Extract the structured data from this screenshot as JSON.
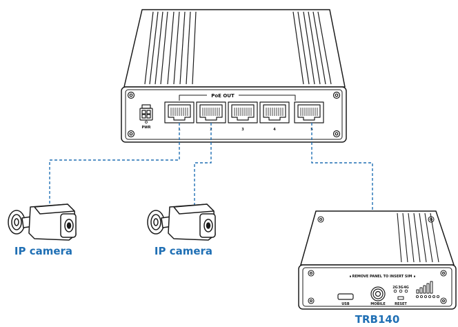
{
  "colors": {
    "accent": "#1f6fb4",
    "stroke": "#1a1a1a"
  },
  "switch": {
    "poe_out_label": "PoE OUT",
    "pwr_label": "PWR",
    "port_numbers": [
      "1",
      "2",
      "3",
      "4",
      "5"
    ]
  },
  "cameras": [
    {
      "label": "IP camera"
    },
    {
      "label": "IP camera"
    }
  ],
  "router": {
    "name": "TRB140",
    "panel_text": "REMOVE PANEL TO INSERT SIM",
    "usb_label": "USB",
    "mobile_label": "MOBILE",
    "reset_label": "RESET",
    "network_labels": [
      "2G",
      "3G",
      "4G"
    ]
  }
}
